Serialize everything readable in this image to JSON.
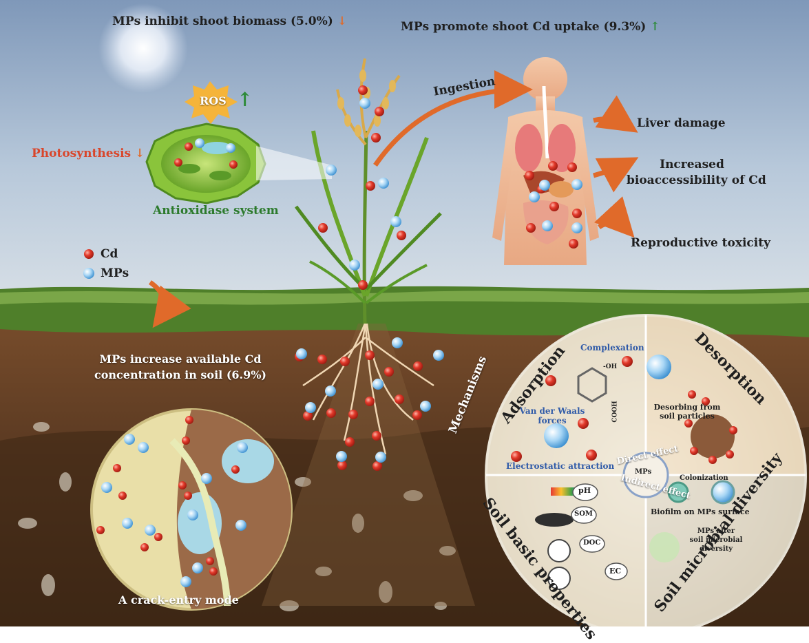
{
  "top_labels": {
    "biomass": "MPs inhibit shoot biomass (5.0%)",
    "biomass_arrow": "↓",
    "uptake": "MPs promote shoot Cd uptake (9.3%)",
    "uptake_arrow": "↑"
  },
  "cell": {
    "ros": "ROS",
    "ros_arrow": "↑",
    "photosynthesis": "Photosynthesis",
    "photosynthesis_arrow": "↓",
    "antioxidase": "Antioxidase system"
  },
  "legend": {
    "cd": "Cd",
    "mps": "MPs"
  },
  "human": {
    "ingestion": "Ingestion",
    "liver": "Liver damage",
    "bio_line1": "Increased",
    "bio_line2": "bioaccessibility of Cd",
    "repro": "Reproductive toxicity"
  },
  "soil": {
    "line1": "MPs increase available Cd",
    "line2": "concentration in soil (6.9%)",
    "crack": "A crack-entry mode"
  },
  "mechanisms": {
    "title": "Mechanisms",
    "adsorption": "Adsorption",
    "desorption": "Desorption",
    "soil_props": "Soil basic properties",
    "soil_micro": "Soil microbial diversity",
    "complexation": "Complexation",
    "vdw_line1": "Van der Waals",
    "vdw_line2": "forces",
    "electrostatic": "Electrostatic attraction",
    "desorb_line1": "Desorbing from",
    "desorb_line2": "soil particles",
    "direct": "Direct effect",
    "indirect": "Indirect effect",
    "mps_badge": "MPs",
    "colonization": "Colonization",
    "biofilm": "Biofilm on MPs surface",
    "alter_line1": "MPs alter",
    "alter_line2": "soil microbial",
    "alter_line3": "diversity",
    "ph": "pH",
    "som": "SOM",
    "doc": "DOC",
    "ec": "EC",
    "oh": "-OH",
    "cooh": "COOH"
  },
  "colors": {
    "sky": "#8fa9c7",
    "grass": "#4f7f2a",
    "soil": "#6b4326",
    "cd": "#e0392b",
    "mps": "#9fd1f2",
    "accent_orange": "#e06a2a",
    "accent_green": "#2e8b3a"
  }
}
